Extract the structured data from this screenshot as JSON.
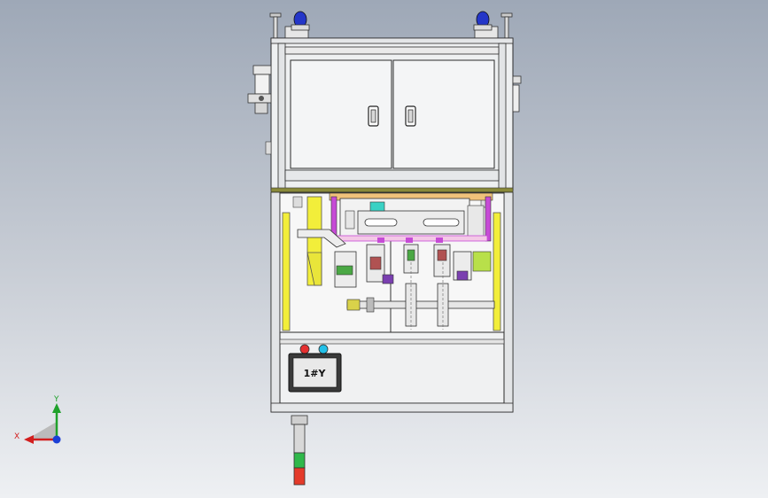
{
  "model": {
    "hmi_screen_text": "1#Y",
    "indicator_lights": [
      {
        "name": "red-light",
        "color": "#e53030"
      },
      {
        "name": "cyan-light",
        "color": "#22c0e8"
      }
    ],
    "stack_light_segments": [
      "#d8d8d8",
      "#2fb84a",
      "#e43a2a"
    ]
  },
  "triad": {
    "x_label": "X",
    "y_label": "Y",
    "x_color": "#d21e1e",
    "y_color": "#1fa12b",
    "z_color": "#1b3fd6"
  },
  "colors": {
    "frame": "#eef0f1",
    "outline": "#2a2a2a",
    "yellow": "#f2ee3a",
    "magenta": "#c64bd6",
    "olive": "#8a8a3a",
    "blue_wheel": "#2436c8"
  }
}
